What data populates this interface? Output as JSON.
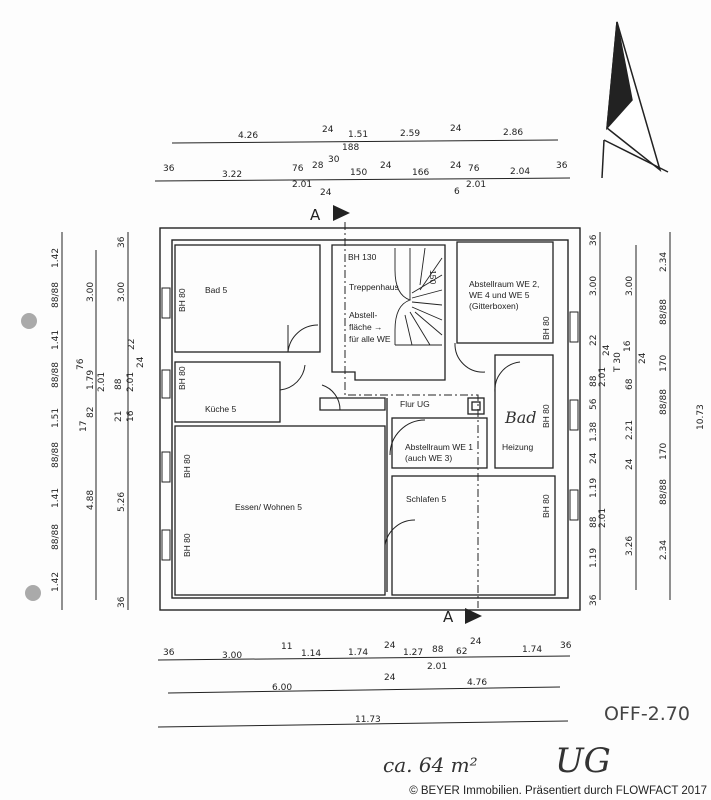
{
  "rooms": {
    "bad": "Bad 5",
    "treppenhaus": "Treppenhaus",
    "bh130": "BH 130",
    "abstell_flaeche": [
      "Abstell-",
      "fläche →",
      "für alle WE"
    ],
    "abstellraum_we2": [
      "Abstellraum WE 2,",
      "WE 4 und WE 5",
      "(Gitterboxen)"
    ],
    "kueche": "Küche 5",
    "flur": "Flur UG",
    "abstellraum_we1": [
      "Abstellraum WE 1",
      "(auch WE 3)"
    ],
    "heizung": "Heizung",
    "bad_handwritten": "Bad",
    "essen_wohnen": "Essen/ Wohnen 5",
    "schlafen": "Schlafen 5",
    "window_bh80": "BH 80",
    "stair_steps": [
      "150",
      "S",
      "5"
    ]
  },
  "section_marker": "A",
  "dimensions": {
    "top_row1": [
      "4.26",
      "24",
      "1.51",
      "188",
      "30",
      "2.59",
      "24",
      "2.86"
    ],
    "top_row2": [
      "36",
      "3.22",
      "76",
      "2.01",
      "28",
      "24",
      "150",
      "24",
      "166",
      "24",
      "76",
      "2.01",
      "6",
      "2.04",
      "36"
    ],
    "bottom_row1": [
      "36",
      "3.00",
      "11",
      "1.14",
      "1.74",
      "24",
      "1.27",
      "88",
      "2.01",
      "62",
      "24",
      "1.74",
      "36"
    ],
    "bottom_row2": [
      "6.00",
      "24",
      "4.76"
    ],
    "bottom_row3": [
      "11.73"
    ],
    "left_col1": [
      "1.42",
      "88/88",
      "1.41",
      "88/88",
      "1.51",
      "88/88",
      "1.41",
      "88/88",
      "1.42"
    ],
    "left_col2": [
      "3.00",
      "76",
      "1.79",
      "2.01",
      "82",
      "17",
      "4.88"
    ],
    "left_col3": [
      "36",
      "3.00",
      "22",
      "24",
      "88",
      "2.01",
      "21",
      "16",
      "5.26",
      "36"
    ],
    "right_col1": [
      "36",
      "3.00",
      "22",
      "24",
      "88",
      "2.01",
      "56",
      "1.38",
      "24",
      "1.19",
      "88",
      "2.01",
      "1.19",
      "36"
    ],
    "right_col2": [
      "3.00",
      "16",
      "24",
      "68",
      "2.21",
      "24",
      "3.26"
    ],
    "right_col3": [
      "2.34",
      "88/88",
      "170",
      "88/88",
      "170",
      "88/88",
      "2.34"
    ],
    "right_total": "10.73",
    "stair_note": "T 30"
  },
  "annotations": {
    "level_code": "OFF-2.70",
    "area_handwritten": "ca. 64 m²",
    "floor_handwritten": "UG"
  },
  "footer": "© BEYER Immobilien. Präsentiert durch FLOWFACT 2017"
}
